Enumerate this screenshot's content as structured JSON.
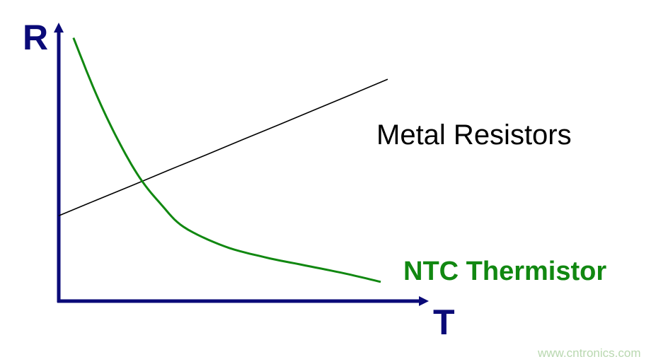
{
  "chart_data": {
    "type": "line",
    "ylabel": "R",
    "xlabel": "T",
    "xlim": [
      0,
      10
    ],
    "ylim": [
      0,
      10
    ],
    "axis_color": "#0a0a78",
    "series": [
      {
        "name": "Metal Resistors",
        "color": "#000000",
        "x": [
          0,
          1,
          2,
          3,
          4,
          5,
          6,
          7,
          8,
          8.94
        ],
        "y": [
          3.11,
          3.67,
          4.22,
          4.78,
          5.33,
          5.89,
          6.44,
          7.0,
          7.56,
          8.09
        ]
      },
      {
        "name": "NTC Thermistor",
        "color": "#118811",
        "x": [
          0.4,
          1.0,
          1.6,
          2.2,
          2.8,
          3.4,
          4.5,
          5.6,
          6.7,
          7.8,
          8.75
        ],
        "y": [
          9.6,
          7.6,
          5.9,
          4.5,
          3.5,
          2.7,
          2.0,
          1.6,
          1.3,
          1.0,
          0.7
        ]
      }
    ]
  },
  "watermark": "www.cntronics.com"
}
